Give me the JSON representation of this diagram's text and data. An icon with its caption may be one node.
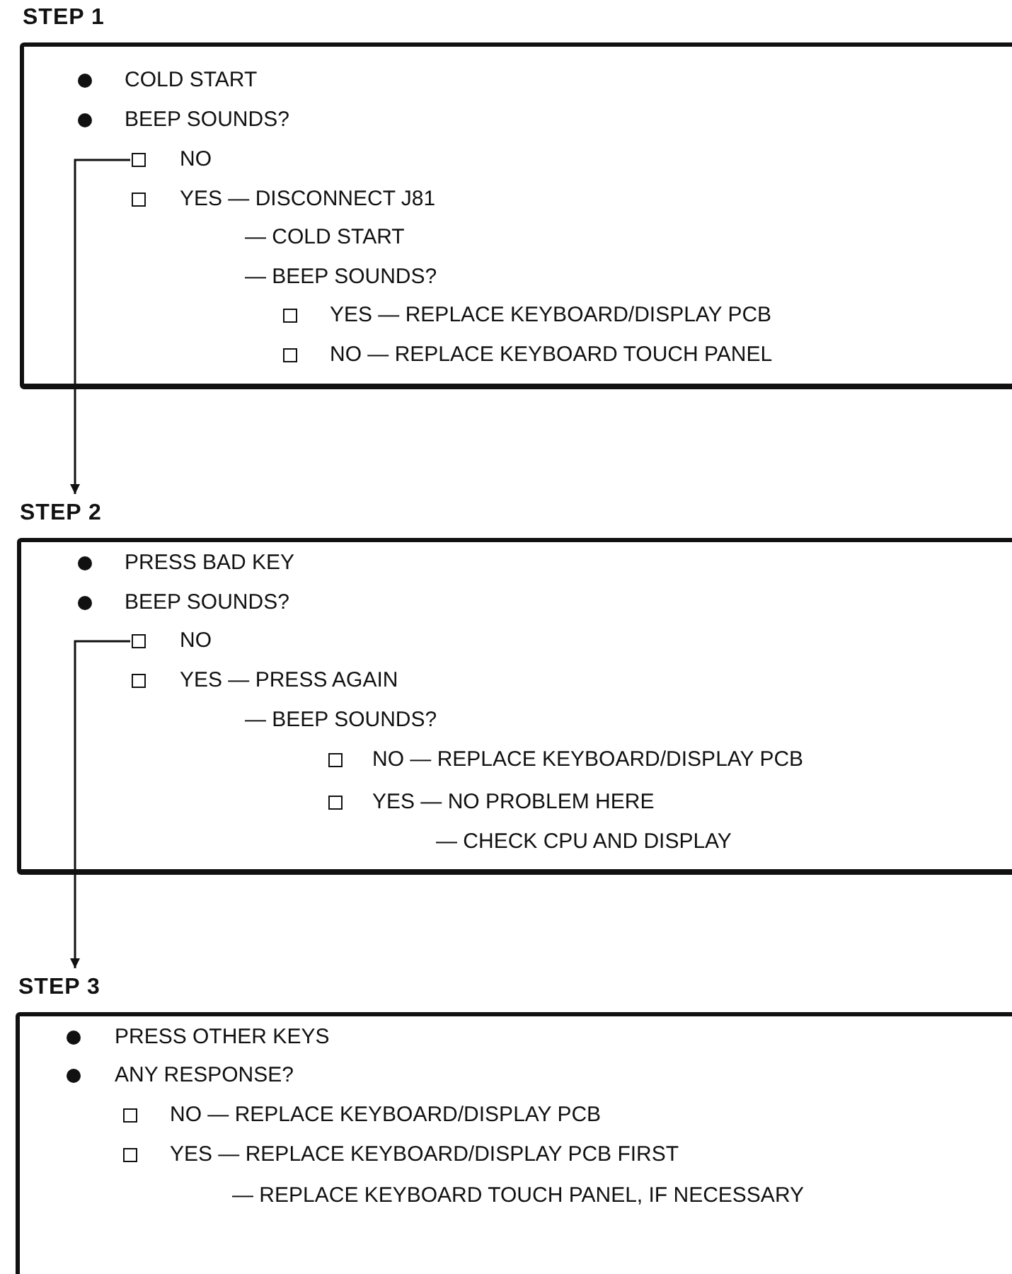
{
  "diagram": {
    "nodes": [
      {
        "text": [
          "STEP 1",
          "COLD START",
          "BEEP SOUNDS?",
          "YES — DISCONNECT J81",
          "— COLD START",
          "— BEEP SOUNDS?",
          "YES — REPLACE KEYBOARD/DISPLAY PCB",
          "NO — REPLACE KEYBOARD TOUCH PANEL"
        ]
      },
      {
        "text": [
          "NO"
        ],
        "in": 0
      },
      {
        "text": [
          "STEP 2",
          "PRESS BAD KEY",
          "BEEP SOUNDS?",
          "YES — PRESS AGAIN",
          "— BEEP SOUNDS?",
          "NO — REPLACE KEYBOARD/DISPLAY PCB",
          "YES — NO PROBLEM HERE",
          "— CHECK CPU AND DISPLAY"
        ]
      },
      {
        "text": [
          "NO"
        ],
        "in": 2
      },
      {
        "text": [
          "STEP 3",
          "PRESS OTHER KEYS",
          "ANY RESPONSE?",
          "NO — REPLACE KEYBOARD/DISPLAY PCB",
          "YES — REPLACE KEYBOARD/DISPLAY PCB FIRST",
          "— REPLACE KEYBOARD TOUCH PANEL, IF NECESSARY"
        ]
      }
    ],
    "edges": [
      {
        "from": 1,
        "to": 2,
        "arrow": "to"
      },
      {
        "from": 3,
        "to": 4,
        "arrow": "to"
      }
    ]
  }
}
